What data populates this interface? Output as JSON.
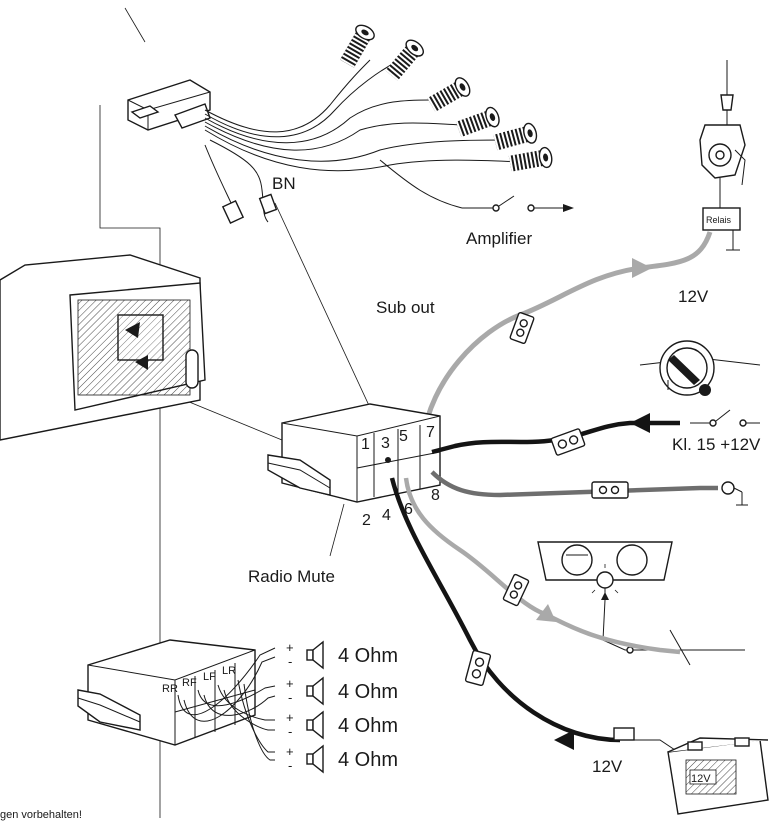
{
  "labels": {
    "bn": "BN",
    "amplifier": "Amplifier",
    "sub_out": "Sub out",
    "relais": "Relais",
    "antenna_voltage": "12V",
    "ignition": "Kl. 15 +12V",
    "radio_mute": "Radio Mute",
    "battery_voltage": "12V",
    "battery_case": "12V",
    "footer_note": "gen vorbehalten!"
  },
  "connector_pins": [
    "1",
    "2",
    "3",
    "4",
    "5",
    "6",
    "7",
    "8"
  ],
  "amp_channels": [
    "RR",
    "RF",
    "LF",
    "LR"
  ],
  "speakers": [
    {
      "plus": "+",
      "minus": "-",
      "label": "4 Ohm"
    },
    {
      "plus": "+",
      "minus": "-",
      "label": "4 Ohm"
    },
    {
      "plus": "+",
      "minus": "-",
      "label": "4 Ohm"
    },
    {
      "plus": "+",
      "minus": "-",
      "label": "4 Ohm"
    }
  ],
  "wire_colors": {
    "grey": "#a9a9a9",
    "dark_grey": "#6e6e6e",
    "black": "#141414"
  },
  "icons": [
    "rca-connector-icon",
    "switch-icon",
    "arrow-icon",
    "fuse-holder-icon",
    "ground-icon",
    "ignition-key-icon",
    "instrument-panel-icon",
    "battery-icon",
    "speaker-icon",
    "antenna-icon"
  ]
}
